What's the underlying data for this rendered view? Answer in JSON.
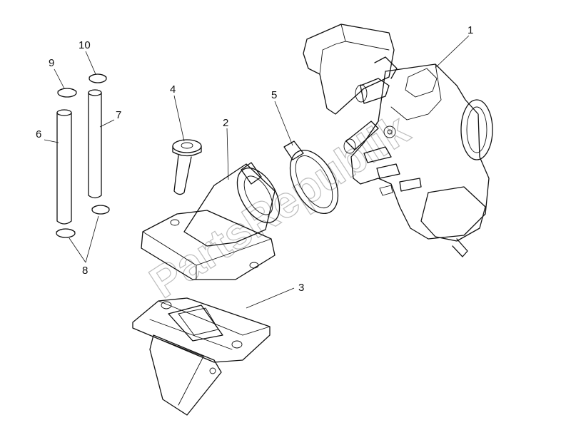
{
  "watermark": "PartsRepublik",
  "callouts": {
    "c1": "1",
    "c2": "2",
    "c3": "3",
    "c4": "4",
    "c5": "5",
    "c6": "6",
    "c7": "7",
    "c8": "8",
    "c9": "9",
    "c10": "10"
  }
}
